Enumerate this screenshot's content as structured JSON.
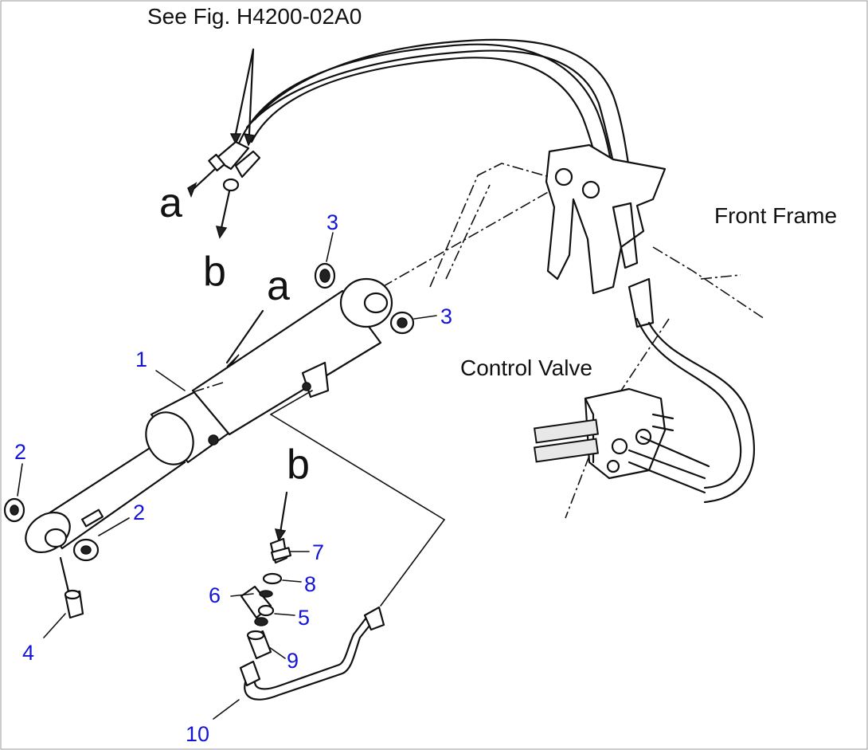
{
  "reference_note": "See Fig. H4200-02A0",
  "labels": {
    "front_frame": "Front Frame",
    "control_valve": "Control Valve",
    "port_a_top": "a",
    "port_b_top": "b",
    "port_a_cyl": "a",
    "port_b_cyl": "b"
  },
  "callouts": {
    "p1": "1",
    "p2_left": "2",
    "p2_right": "2",
    "p3_top": "3",
    "p3_right": "3",
    "p4": "4",
    "p5": "5",
    "p6": "6",
    "p7": "7",
    "p8": "8",
    "p9": "9",
    "p10": "10"
  },
  "colors": {
    "callout": "#1414d8",
    "ink": "#111111",
    "background": "#ffffff"
  }
}
